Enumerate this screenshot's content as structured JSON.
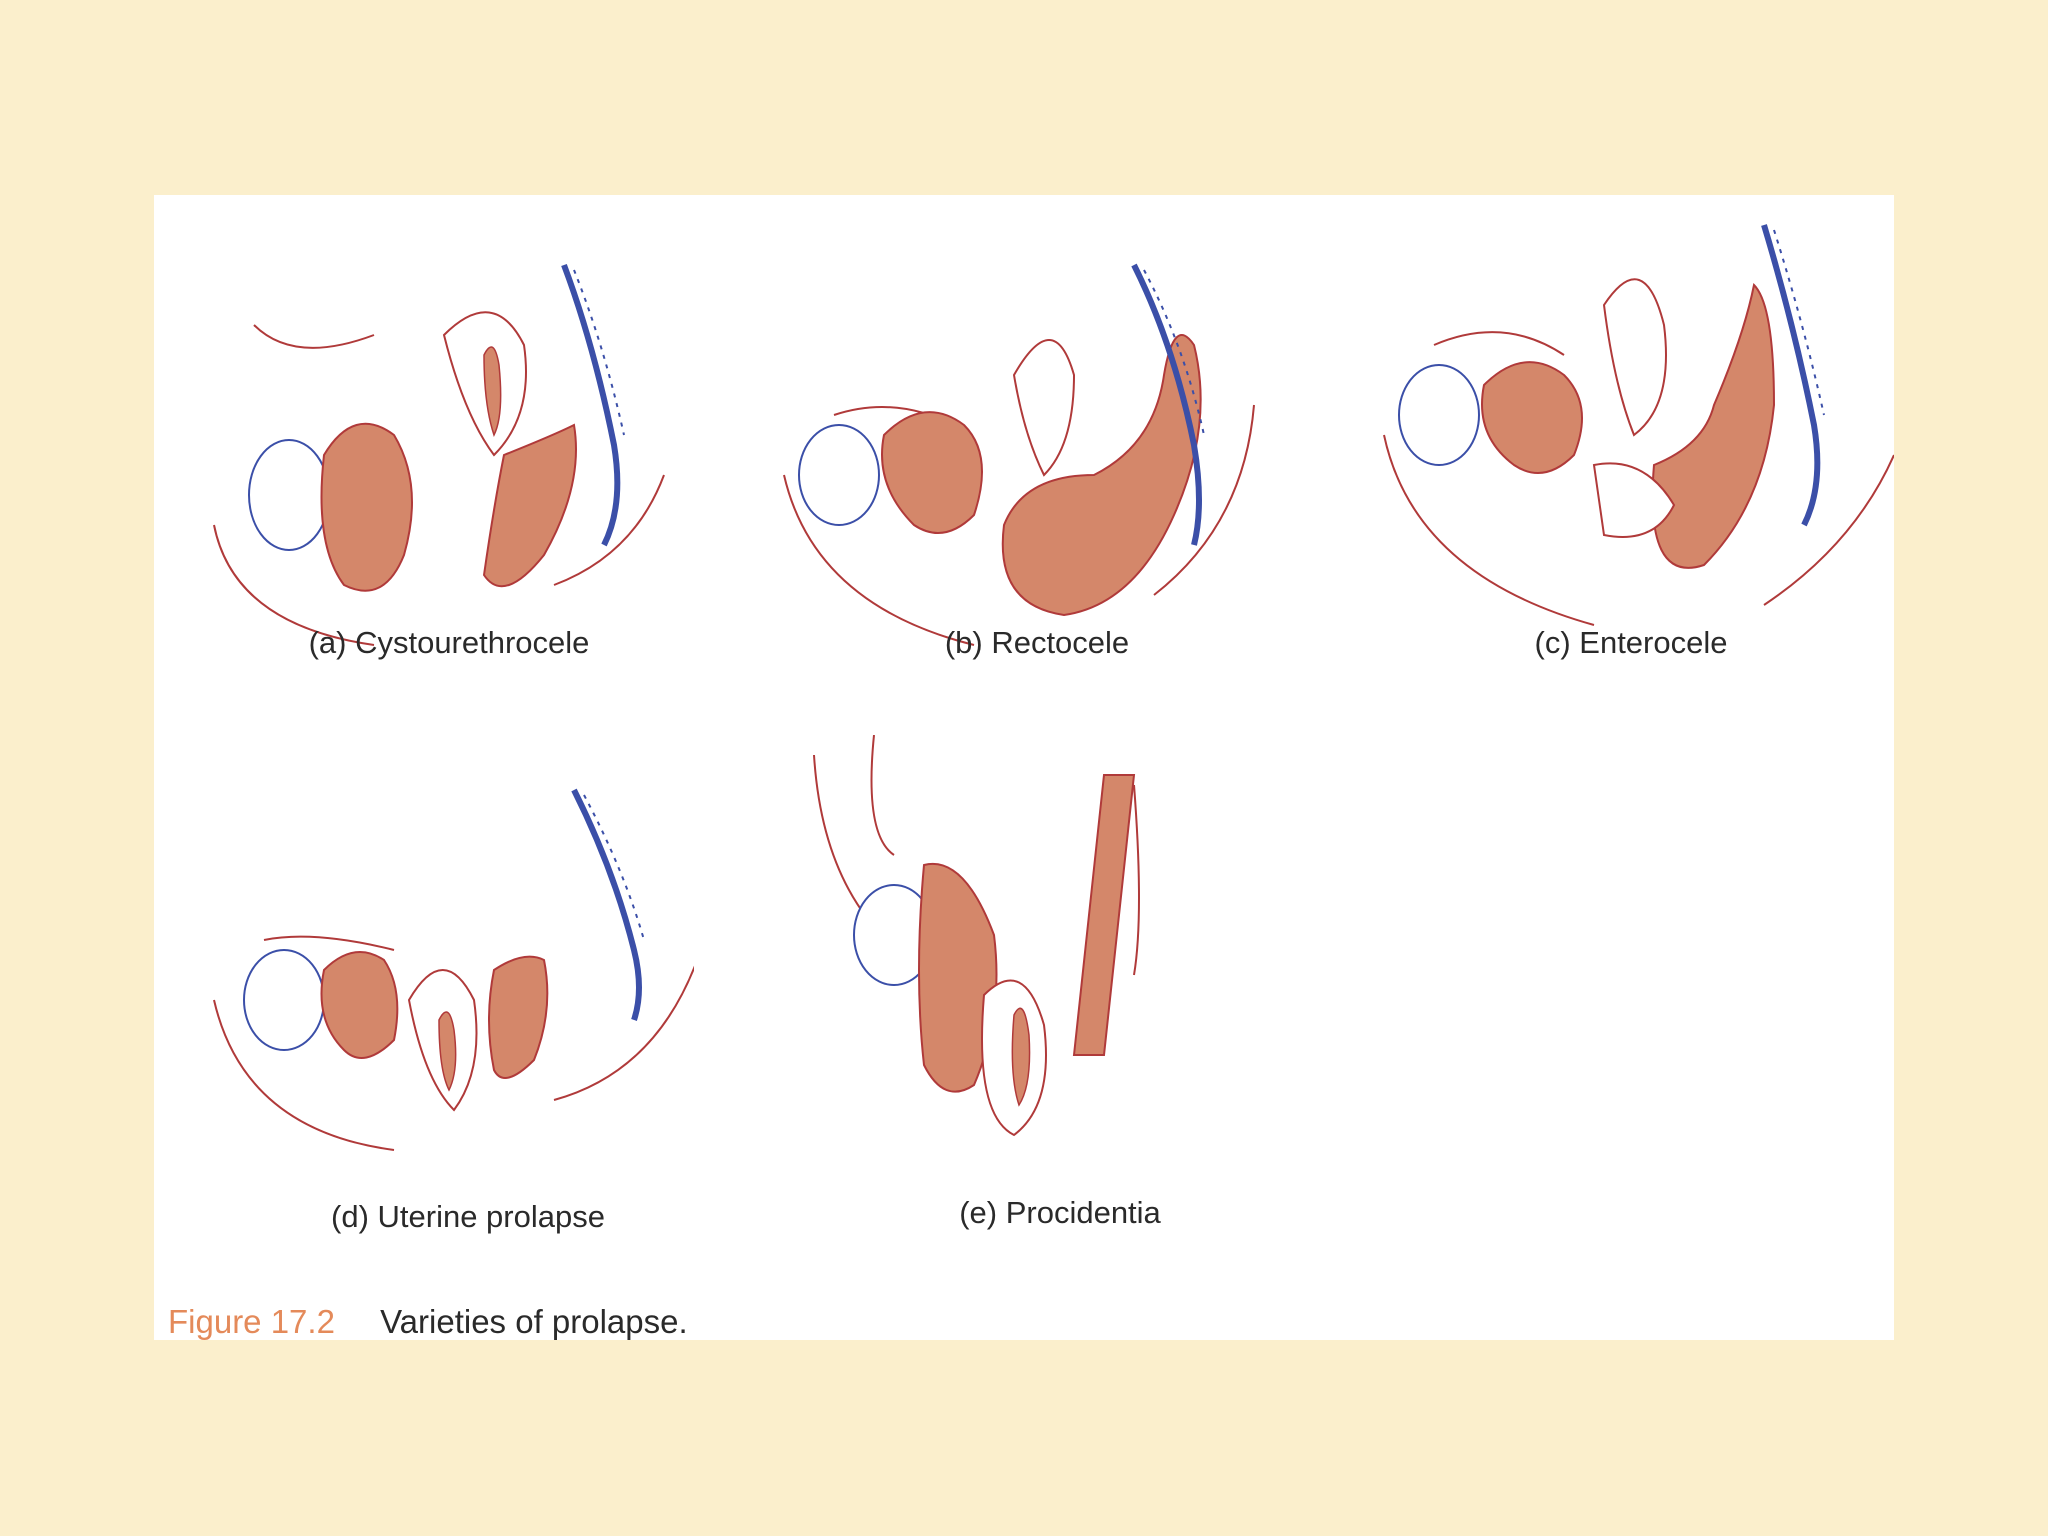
{
  "figure": {
    "number": "Figure 17.2",
    "caption": "Varieties of prolapse."
  },
  "panels": [
    {
      "id": "a",
      "label": "(a) Cystourethrocele"
    },
    {
      "id": "b",
      "label": "(b) Rectocele"
    },
    {
      "id": "c",
      "label": "(c) Enterocele"
    },
    {
      "id": "d",
      "label": "(d) Uterine prolapse"
    },
    {
      "id": "e",
      "label": "(e) Procidentia"
    }
  ],
  "colors": {
    "background": "#fbefcc",
    "card": "#ffffff",
    "organ_fill": "#d4876a",
    "outline": "#b03a3a",
    "spine": "#3b4fa8",
    "figure_number": "#e48a5a"
  }
}
